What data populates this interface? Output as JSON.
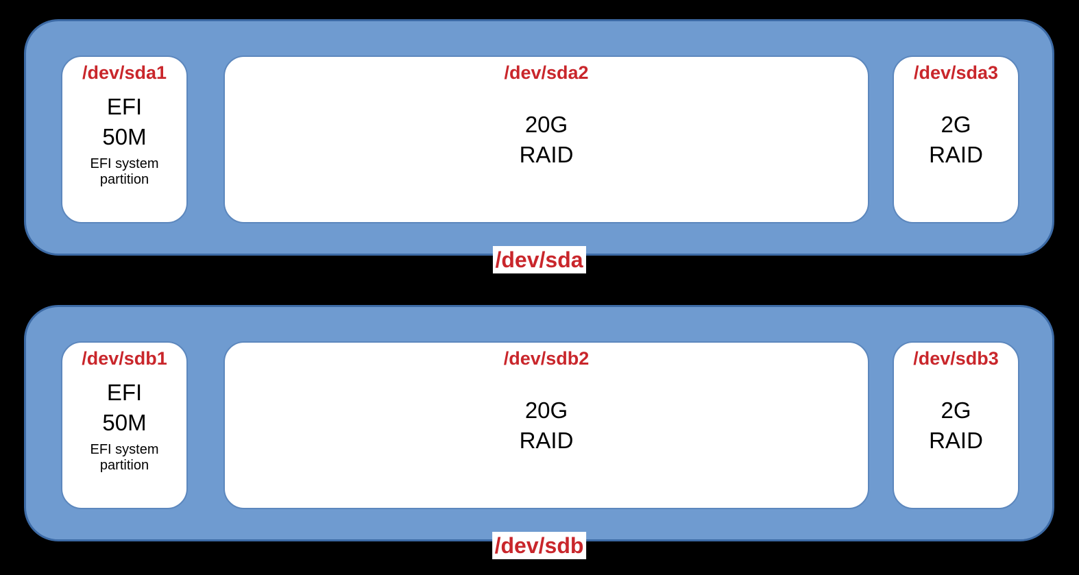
{
  "colors": {
    "background": "#000000",
    "disk_fill": "#6f9bd0",
    "disk_border": "#3c6aa5",
    "partition_fill": "#ffffff",
    "partition_border": "#5c87bd",
    "device_name_red": "#c9262b",
    "body_text": "#000000",
    "label_background": "#ffffff"
  },
  "disks": [
    {
      "label": "/dev/sda",
      "partitions": [
        {
          "name": "/dev/sda1",
          "lines": [
            "EFI",
            "50M"
          ],
          "note": "EFI system partition"
        },
        {
          "name": "/dev/sda2",
          "lines": [
            "20G",
            "RAID"
          ],
          "note": ""
        },
        {
          "name": "/dev/sda3",
          "lines": [
            "2G",
            "RAID"
          ],
          "note": ""
        }
      ]
    },
    {
      "label": "/dev/sdb",
      "partitions": [
        {
          "name": "/dev/sdb1",
          "lines": [
            "EFI",
            "50M"
          ],
          "note": "EFI system partition"
        },
        {
          "name": "/dev/sdb2",
          "lines": [
            "20G",
            "RAID"
          ],
          "note": ""
        },
        {
          "name": "/dev/sdb3",
          "lines": [
            "2G",
            "RAID"
          ],
          "note": ""
        }
      ]
    }
  ]
}
